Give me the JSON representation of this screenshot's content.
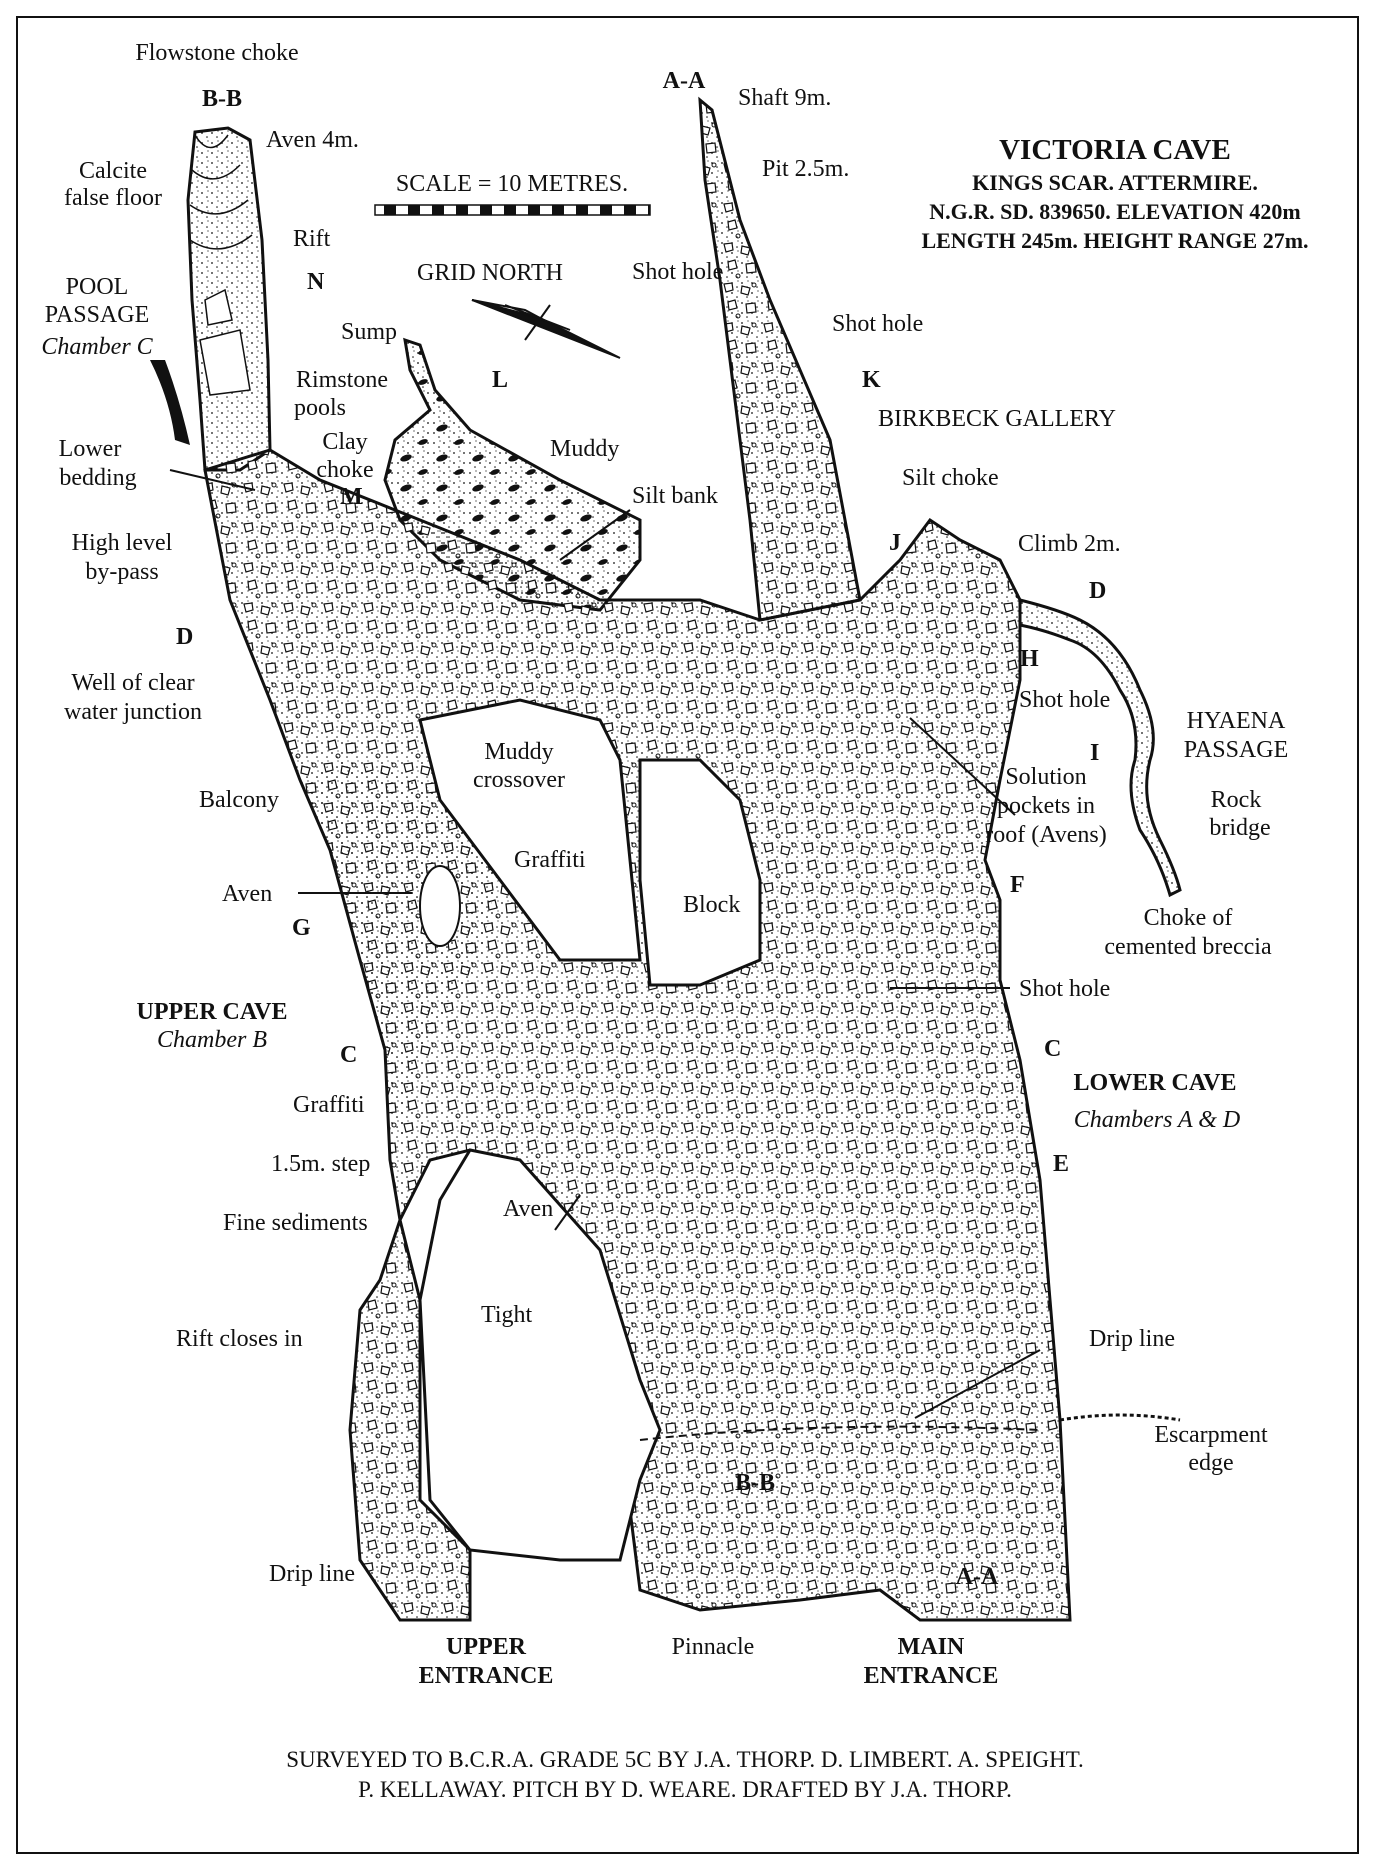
{
  "map": {
    "title": "VICTORIA CAVE",
    "subtitle_lines": [
      "KINGS SCAR. ATTERMIRE.",
      "N.G.R. SD. 839650. ELEVATION 420m",
      "LENGTH 245m. HEIGHT RANGE 27m."
    ],
    "scale_label": "SCALE = 10 METRES.",
    "north_label": "GRID NORTH",
    "credits": [
      "SURVEYED TO B.C.R.A. GRADE 5C BY J.A. THORP. D. LIMBERT. A. SPEIGHT.",
      "P. KELLAWAY. PITCH BY D. WEARE. DRAFTED BY J.A. THORP."
    ],
    "colors": {
      "ink": "#111111",
      "paper": "#ffffff"
    }
  },
  "labels": {
    "flowstone_choke": "Flowstone choke",
    "bb_top": "B-B",
    "aven_4m": "Aven 4m.",
    "calcite_false_floor": [
      "Calcite",
      "false floor"
    ],
    "rift": "Rift",
    "n": "N",
    "pool_passage": [
      "POOL",
      "PASSAGE"
    ],
    "chamber_c": "Chamber C",
    "rimstone_pools": [
      "Rimstone",
      "pools"
    ],
    "sump": "Sump",
    "l": "L",
    "muddy": "Muddy",
    "clay_choke": [
      "Clay",
      "choke"
    ],
    "m": "M",
    "lower_bedding": [
      "Lower",
      "bedding"
    ],
    "high_level_bypass": [
      "High level",
      "by-pass"
    ],
    "d_left": "D",
    "well_of_clear_water": [
      "Well of clear",
      "water junction"
    ],
    "aa_top": "A-A",
    "shaft_9m": "Shaft 9m.",
    "pit_2_5m": "Pit 2.5m.",
    "shot_hole_1": "Shot hole",
    "shot_hole_2": "Shot hole",
    "k": "K",
    "birkbeck_gallery": "BIRKBECK GALLERY",
    "silt_choke": "Silt choke",
    "silt_bank": "Silt bank",
    "j": "J",
    "climb_2m": "Climb 2m.",
    "d_right": "D",
    "h": "H",
    "shot_hole_3": "Shot hole",
    "hyaena_passage": [
      "HYAENA",
      "PASSAGE"
    ],
    "i": "I",
    "rock_bridge": [
      "Rock",
      "bridge"
    ],
    "solution_pockets": [
      "Solution",
      "pockets in",
      "roof (Avens)"
    ],
    "muddy_crossover": [
      "Muddy",
      "crossover"
    ],
    "balcony": "Balcony",
    "graffiti_1": "Graffiti",
    "aven_left": "Aven",
    "g": "G",
    "block": "Block",
    "f": "F",
    "choke_cemented": [
      "Choke of",
      "cemented breccia"
    ],
    "shot_hole_4": "Shot hole",
    "upper_cave": "UPPER CAVE",
    "chamber_b": "Chamber B",
    "c_left": "C",
    "c_right": "C",
    "lower_cave": "LOWER CAVE",
    "chambers_ad": "Chambers A & D",
    "graffiti_2": "Graffiti",
    "step_1_5m": "1.5m. step",
    "e": "E",
    "aven_lower": "Aven",
    "fine_sediments": "Fine sediments",
    "tight": "Tight",
    "rift_closes_in": "Rift closes in",
    "drip_line_right": "Drip line",
    "escarpment_edge": [
      "Escarpment",
      "edge"
    ],
    "bb_bottom": "B-B",
    "aa_bottom": "A-A",
    "drip_line_left": "Drip line",
    "upper_entrance": [
      "UPPER",
      "ENTRANCE"
    ],
    "pinnacle": "Pinnacle",
    "main_entrance": [
      "MAIN",
      "ENTRANCE"
    ]
  }
}
